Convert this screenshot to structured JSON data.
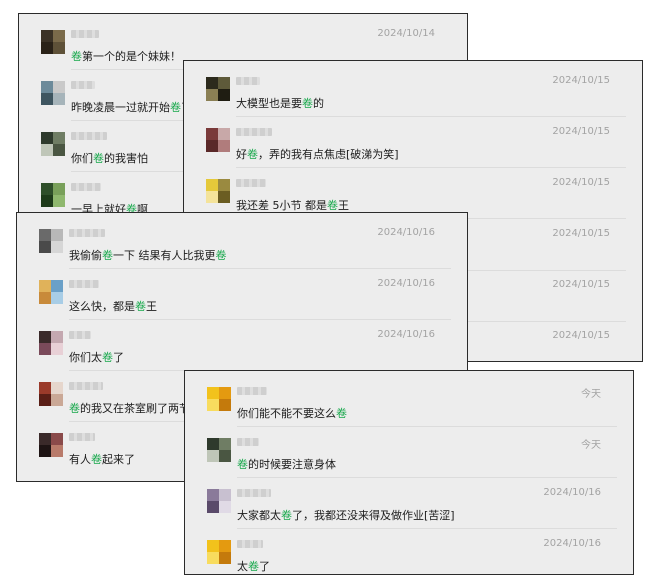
{
  "panels": [
    {
      "id": "p1",
      "messages": [
        {
          "date": "2024/10/14",
          "parts": [
            {
              "t": "卷",
              "hl": true
            },
            {
              "t": "第一个的是个妹妹！"
            }
          ]
        },
        {
          "date": "",
          "parts": [
            {
              "t": "昨晚凌晨一过就开始"
            },
            {
              "t": "卷",
              "hl": true
            },
            {
              "t": "了"
            }
          ]
        },
        {
          "date": "",
          "parts": [
            {
              "t": "你们"
            },
            {
              "t": "卷",
              "hl": true
            },
            {
              "t": "的我害怕"
            }
          ]
        },
        {
          "date": "",
          "parts": [
            {
              "t": "一早上就好"
            },
            {
              "t": "卷",
              "hl": true
            },
            {
              "t": "啊"
            }
          ]
        }
      ]
    },
    {
      "id": "p2",
      "messages": [
        {
          "date": "2024/10/15",
          "parts": [
            {
              "t": "大模型也是要"
            },
            {
              "t": "卷",
              "hl": true
            },
            {
              "t": "的"
            }
          ]
        },
        {
          "date": "2024/10/15",
          "parts": [
            {
              "t": "好"
            },
            {
              "t": "卷",
              "hl": true
            },
            {
              "t": "，弄的我有点焦虑[破涕为笑]"
            }
          ]
        },
        {
          "date": "2024/10/15",
          "parts": [
            {
              "t": "我还差 5小节 都是"
            },
            {
              "t": "卷",
              "hl": true
            },
            {
              "t": "王"
            }
          ]
        }
      ],
      "extra_dates": [
        "2024/10/15",
        "2024/10/15",
        "2024/10/15"
      ]
    },
    {
      "id": "p3",
      "messages": [
        {
          "date": "2024/10/16",
          "parts": [
            {
              "t": "我偷偷"
            },
            {
              "t": "卷",
              "hl": true
            },
            {
              "t": "一下  结果有人比我更"
            },
            {
              "t": "卷",
              "hl": true
            }
          ]
        },
        {
          "date": "2024/10/16",
          "parts": [
            {
              "t": "这么快，都是"
            },
            {
              "t": "卷",
              "hl": true
            },
            {
              "t": "王"
            }
          ]
        },
        {
          "date": "2024/10/16",
          "parts": [
            {
              "t": "你们太"
            },
            {
              "t": "卷",
              "hl": true
            },
            {
              "t": "了"
            }
          ]
        },
        {
          "date": "",
          "parts": [
            {
              "t": "卷",
              "hl": true
            },
            {
              "t": "的我又在茶室刷了两节"
            }
          ]
        },
        {
          "date": "",
          "parts": [
            {
              "t": "有人"
            },
            {
              "t": "卷",
              "hl": true
            },
            {
              "t": "起来了"
            }
          ]
        }
      ]
    },
    {
      "id": "p4",
      "messages": [
        {
          "date": "今天",
          "parts": [
            {
              "t": "你们能不能不要这么"
            },
            {
              "t": "卷",
              "hl": true
            }
          ]
        },
        {
          "date": "今天",
          "parts": [
            {
              "t": "卷",
              "hl": true
            },
            {
              "t": "的时候要注意身体"
            }
          ]
        },
        {
          "date": "2024/10/16",
          "parts": [
            {
              "t": "大家都太"
            },
            {
              "t": "卷",
              "hl": true
            },
            {
              "t": "了，我都还没来得及做作业[苦涩]"
            }
          ]
        },
        {
          "date": "2024/10/16",
          "parts": [
            {
              "t": "太"
            },
            {
              "t": "卷",
              "hl": true
            },
            {
              "t": "了"
            }
          ]
        }
      ]
    }
  ],
  "avatar_colors": {
    "p1": [
      [
        "#3b3226",
        "#7a6a4a",
        "#2a2218",
        "#5e5138"
      ],
      [
        "#6c8a9a",
        "#c9c9c9",
        "#3e5560",
        "#a6b4ba"
      ],
      [
        "#2e3a2c",
        "#6f7d64",
        "#bfc6b8",
        "#4a5642"
      ],
      [
        "#2f4f2a",
        "#79a05a",
        "#1e3b1a",
        "#8fb86e"
      ]
    ],
    "p2": [
      [
        "#2c2a1c",
        "#5e5a3a",
        "#8a7f54",
        "#1f1d12"
      ],
      [
        "#7a3a3a",
        "#c8a8a8",
        "#5a2828",
        "#b07c7c"
      ],
      [
        "#e5c93a",
        "#9a8a40",
        "#f4e39a",
        "#6b5d22"
      ]
    ],
    "p3": [
      [
        "#6a6a6a",
        "#b8b8b8",
        "#4a4a4a",
        "#d6d6d6"
      ],
      [
        "#e0b25a",
        "#6aa0c8",
        "#c88a3a",
        "#a8cde6"
      ],
      [
        "#3a2a2a",
        "#c4a8b0",
        "#7a4a5a",
        "#e8d0d6"
      ],
      [
        "#9a3a2a",
        "#e6d6cc",
        "#5a1e16",
        "#caa896"
      ],
      [
        "#3a2a2a",
        "#8a4a4a",
        "#1e1414",
        "#b87a6a"
      ]
    ],
    "p4": [
      [
        "#f2c21c",
        "#e49a10",
        "#f8dc5e",
        "#c47a0c"
      ],
      [
        "#2e3a2c",
        "#6f7d64",
        "#bfc6b8",
        "#4a5642"
      ],
      [
        "#8a7a9a",
        "#c8c0d0",
        "#5a4a6a",
        "#e0dae6"
      ],
      [
        "#f2c21c",
        "#e49a10",
        "#f8dc5e",
        "#c47a0c"
      ]
    ]
  }
}
